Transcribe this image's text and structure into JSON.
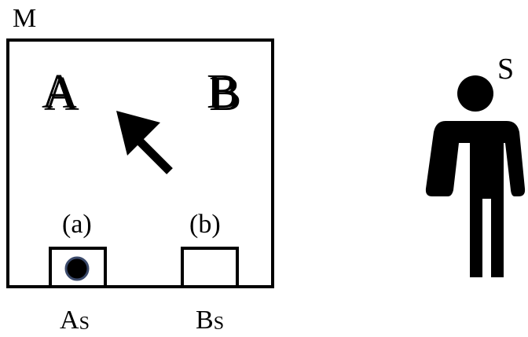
{
  "frame": {
    "label": "M"
  },
  "regions": [
    {
      "label": "A"
    },
    {
      "label": "B"
    }
  ],
  "slots": [
    {
      "label": "(a)",
      "sub_main": "A",
      "sub_script": "S",
      "filled": true
    },
    {
      "label": "(b)",
      "sub_main": "B",
      "sub_script": "S",
      "filled": false
    }
  ],
  "person": {
    "label": "S"
  },
  "colors": {
    "stroke": "#000000",
    "dot_fill": "#000000",
    "dot_ring": "#3b4a6b"
  },
  "icons": {
    "arrow": "arrow-up-left-icon",
    "person": "person-icon"
  }
}
